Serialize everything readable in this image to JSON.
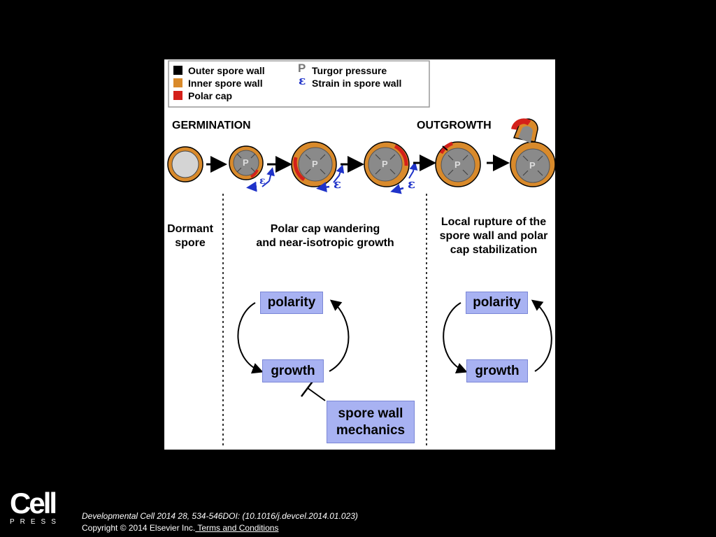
{
  "legend": {
    "outer": "Outer spore wall",
    "inner": "Inner spore wall",
    "cap": "Polar cap",
    "p_symbol": "P",
    "turgor": "Turgor pressure",
    "eps_symbol": "ε",
    "strain": "Strain in spore wall"
  },
  "phases": {
    "germination": "GERMINATION",
    "outgrowth": "OUTGROWTH"
  },
  "cells": {
    "p_label": "P",
    "eps_label": "ε"
  },
  "captions": {
    "dormant": [
      "Dormant",
      "spore"
    ],
    "wandering": [
      "Polar cap wandering",
      "and near-isotropic growth"
    ],
    "rupture": [
      "Local rupture of the",
      "spore wall and polar",
      "cap stabilization"
    ]
  },
  "boxes": {
    "polarity": "polarity",
    "growth": "growth",
    "mechanics": [
      "spore wall",
      "mechanics"
    ]
  },
  "colors": {
    "outer_wall": "#000000",
    "inner_wall": "#d98a2b",
    "polar_cap": "#d4201a",
    "cytoplasm": "#8a8a8a",
    "dormant_core": "#d4d4d4",
    "strain_arrow": "#1f33c9",
    "box_fill": "#a8b2f2"
  },
  "footer": {
    "logo_main": "Cell",
    "logo_sub": "PRESS",
    "citation": "Developmental Cell 2014 28, 534-546DOI: (10.1016/j.devcel.2014.01.023)",
    "copyright": "Copyright © 2014 Elsevier Inc.",
    "terms": " Terms and Conditions"
  }
}
